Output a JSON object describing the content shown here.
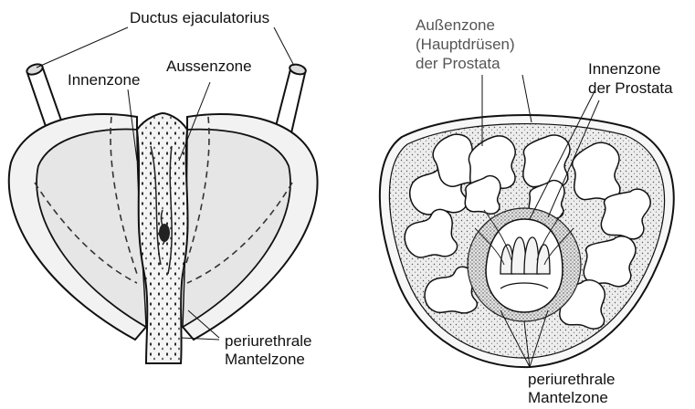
{
  "left_figure": {
    "labels": {
      "ductus": "Ductus ejaculatorius",
      "innenzone": "Innenzone",
      "aussenzone": "Aussenzone",
      "mantel_line1": "periurethrale",
      "mantel_line2": "Mantelzone"
    }
  },
  "right_figure": {
    "labels": {
      "aussen_line1": "Außenzone",
      "aussen_line2": "(Hauptdrüsen)",
      "aussen_line3": "der Prostata",
      "innen_line1": "Innenzone",
      "innen_line2": "der Prostata",
      "mantel_line1": "periurethrale",
      "mantel_line2": "Mantelzone"
    }
  },
  "colors": {
    "ink": "#111111",
    "fill_light": "#e6e6e6",
    "fill_stipple": "#d2d2d2",
    "gray_text": "#555555"
  }
}
